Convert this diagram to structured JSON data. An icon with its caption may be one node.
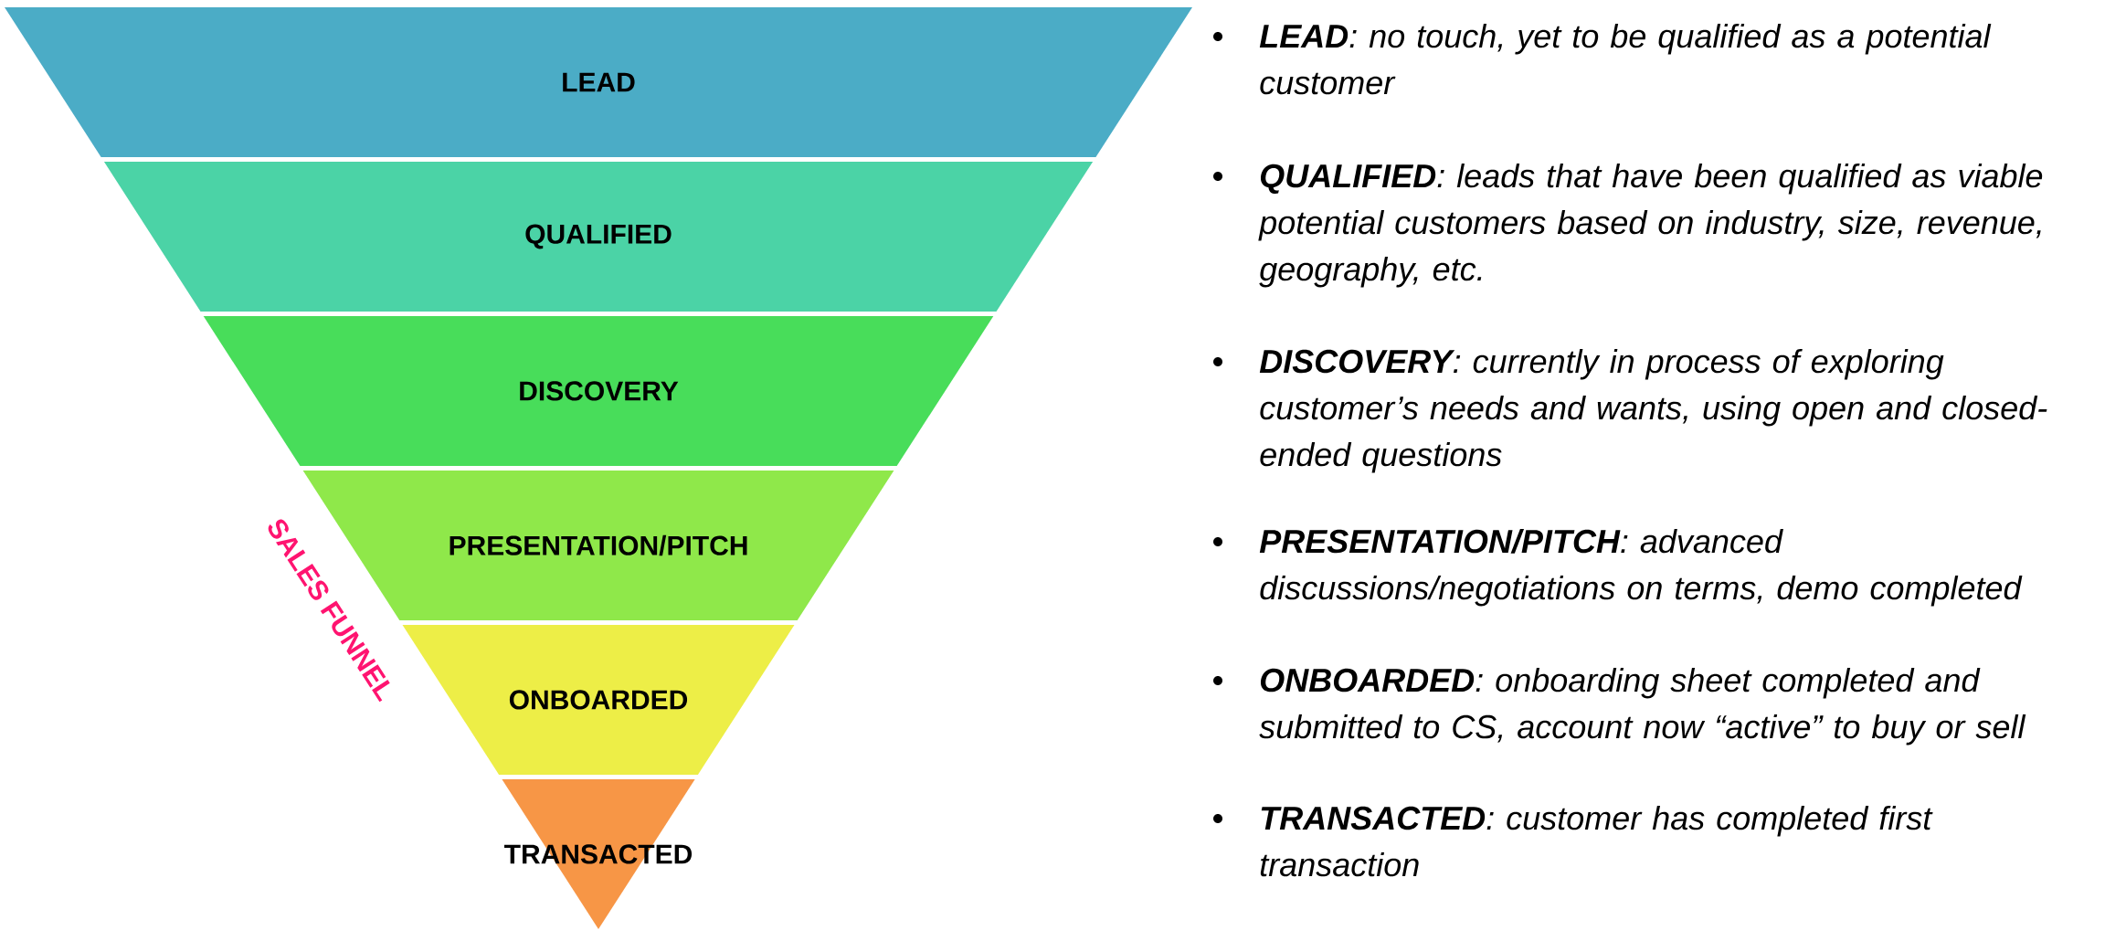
{
  "diagram": {
    "nodes": [
      {
        "text": [
          "LEAD"
        ]
      },
      {
        "text": [
          "QUALIFIED"
        ]
      },
      {
        "text": [
          "DISCOVERY"
        ]
      },
      {
        "text": [
          "PRESENTATION/PITCH"
        ]
      },
      {
        "text": [
          "ONBOARDED"
        ]
      },
      {
        "text": [
          "TRANSACTED"
        ]
      }
    ],
    "labels": [
      "SALES FUNNEL",
      "**LEAD**: no touch, yet to be qualified as a potential customer",
      "**QUALIFIED**: leads that have been qualified as viable potential customers based on industry, size, revenue, geography, etc.",
      "**DISCOVERY**: currently in process of exploring customer’s needs and wants, using open and closed-ended questions",
      "**PRESENTATION/PITCH**: advanced discussions/negotiations on terms, demo completed",
      "**ONBOARDED**: onboarding sheet completed and submitted to CS, account now “active” to buy or sell",
      "**TRANSACTED**: customer has completed first transaction"
    ]
  }
}
